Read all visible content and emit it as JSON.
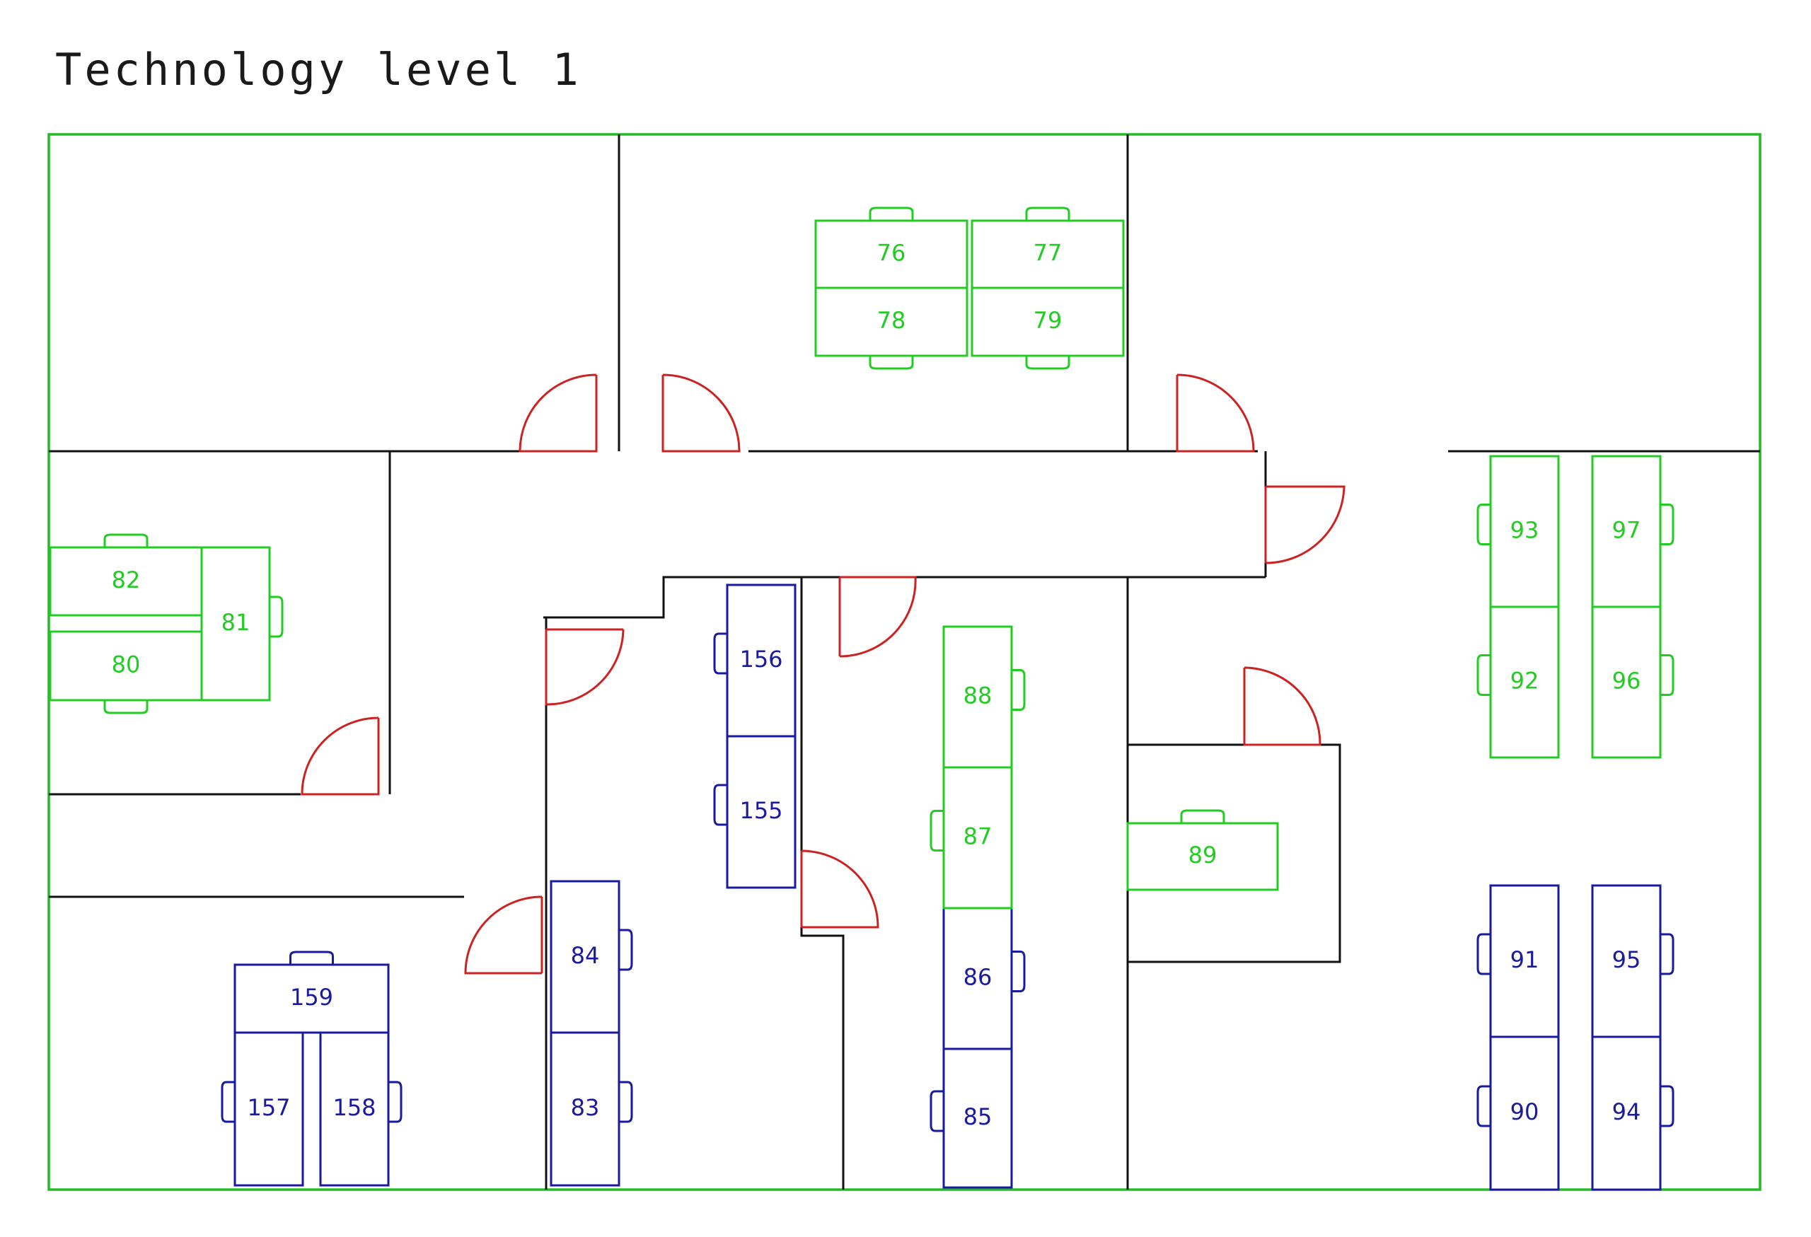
{
  "title": "Technology level 1",
  "colors": {
    "available": "#22cc22",
    "occupied": "#1a1aa0",
    "walls": "#111111",
    "doors": "#cc2222",
    "outline": "#22bb22"
  },
  "desks": [
    {
      "id": "76",
      "status": "available"
    },
    {
      "id": "77",
      "status": "available"
    },
    {
      "id": "78",
      "status": "available"
    },
    {
      "id": "79",
      "status": "available"
    },
    {
      "id": "80",
      "status": "available"
    },
    {
      "id": "81",
      "status": "available"
    },
    {
      "id": "82",
      "status": "available"
    },
    {
      "id": "83",
      "status": "occupied"
    },
    {
      "id": "84",
      "status": "occupied"
    },
    {
      "id": "85",
      "status": "occupied"
    },
    {
      "id": "86",
      "status": "occupied"
    },
    {
      "id": "87",
      "status": "available"
    },
    {
      "id": "88",
      "status": "available"
    },
    {
      "id": "89",
      "status": "available"
    },
    {
      "id": "90",
      "status": "occupied"
    },
    {
      "id": "91",
      "status": "occupied"
    },
    {
      "id": "92",
      "status": "available"
    },
    {
      "id": "93",
      "status": "available"
    },
    {
      "id": "94",
      "status": "occupied"
    },
    {
      "id": "95",
      "status": "occupied"
    },
    {
      "id": "96",
      "status": "available"
    },
    {
      "id": "97",
      "status": "available"
    },
    {
      "id": "155",
      "status": "occupied"
    },
    {
      "id": "156",
      "status": "occupied"
    },
    {
      "id": "157",
      "status": "occupied"
    },
    {
      "id": "158",
      "status": "occupied"
    },
    {
      "id": "159",
      "status": "occupied"
    }
  ]
}
